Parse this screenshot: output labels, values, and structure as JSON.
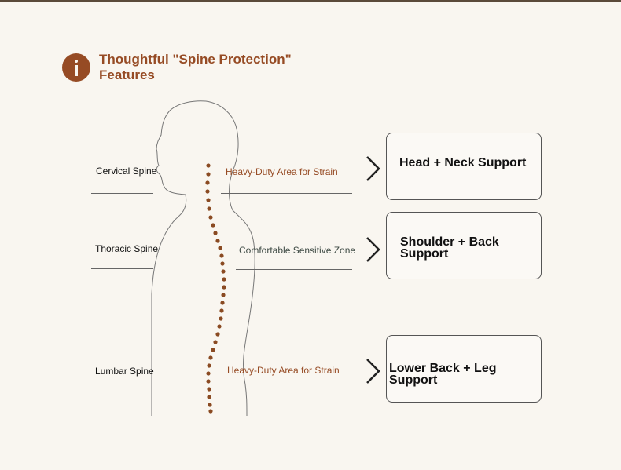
{
  "header": {
    "title": "Thoughtful \"Spine Protection\" Features",
    "icon": "info-icon"
  },
  "colors": {
    "accent": "#964b24",
    "dots": "#8a4a22",
    "text_dark": "#111111",
    "zone_sensitive": "#3e4a44"
  },
  "rows": [
    {
      "spine_label": "Cervical Spine",
      "zone_label": "Heavy-Duty Area for Strain",
      "card_label": "Head + Neck Support"
    },
    {
      "spine_label": "Thoracic Spine",
      "zone_label": "Comfortable Sensitive Zone",
      "card_label": "Shoulder + Back Support"
    },
    {
      "spine_label": "Lumbar Spine",
      "zone_label": "Heavy-Duty Area for Strain",
      "card_label": "Lower Back + Leg Support"
    }
  ]
}
